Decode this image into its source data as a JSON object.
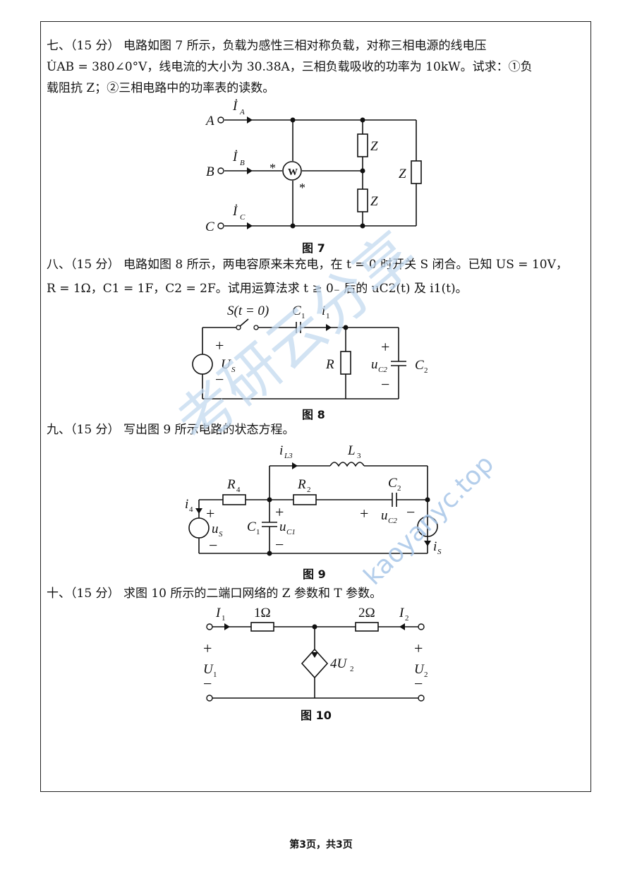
{
  "q7": {
    "line1": "七、（15 分） 电路如图 7 所示，负载为感性三相对称负载，对称三相电源的线电压",
    "line2": "U̇AB = 380∠0°V，线电流的大小为 30.38A，三相负载吸收的功率为 10kW。试求：①负",
    "line3": "载阻抗 Z；②三相电路中的功率表的读数。",
    "fig_caption": "图 7",
    "labels": {
      "A": "A",
      "B": "B",
      "C": "C",
      "IA": "İ",
      "IB": "İ",
      "IC": "İ",
      "sA": "A",
      "sB": "B",
      "sC": "C",
      "Z": "Z",
      "W": "W",
      "star": "*"
    }
  },
  "q8": {
    "line1": "八、（15 分） 电路如图 8 所示，两电容原来未充电，在 t = 0 时开关 S 闭合。已知 US = 10V，",
    "line2": "R = 1Ω，C1 = 1F，C2 = 2F。试用运算法求 t ≥ 0₋ 后的 uC2(t) 及 i1(t)。",
    "fig_caption": "图 8",
    "labels": {
      "switch": "S(t = 0)",
      "C1": "C",
      "C1s": "1",
      "i1": "i",
      "i1s": "1",
      "plus": "+",
      "minus": "−",
      "US": "U",
      "USs": "S",
      "R": "R",
      "uC2": "u",
      "uC2s": "C2",
      "C2": "C",
      "C2s": "2"
    }
  },
  "q9": {
    "line1": "九、（15 分） 写出图 9 所示电路的状态方程。",
    "fig_caption": "图 9",
    "labels": {
      "iL3": "i",
      "iL3s": "L3",
      "L3": "L",
      "L3s": "3",
      "R4": "R",
      "R4s": "4",
      "R2": "R",
      "R2s": "2",
      "C2": "C",
      "C2s": "2",
      "i4": "i",
      "i4s": "4",
      "uS": "u",
      "uSs": "S",
      "C1": "C",
      "C1s": "1",
      "uC1": "u",
      "uC1s": "C1",
      "uC2": "u",
      "uC2s": "C2",
      "iS": "i",
      "iSs": "S",
      "plus": "+",
      "minus": "−"
    }
  },
  "q10": {
    "line1": "十、（15 分） 求图 10 所示的二端口网络的 Z 参数和 T 参数。",
    "fig_caption": "图 10",
    "labels": {
      "I1": "I",
      "I1s": "1",
      "R1": "1Ω",
      "R2": "2Ω",
      "I2": "I",
      "I2s": "2",
      "U1": "U",
      "U1s": "1",
      "U2": "U",
      "U2s": "2",
      "dep": "4U",
      "deps": "2",
      "plus": "+",
      "minus": "−"
    }
  },
  "watermark": {
    "text_cn": "考研云分享",
    "text_url": "kaoyanyc.top",
    "color": "#b9d3ee"
  },
  "footer": "第3页，共3页"
}
